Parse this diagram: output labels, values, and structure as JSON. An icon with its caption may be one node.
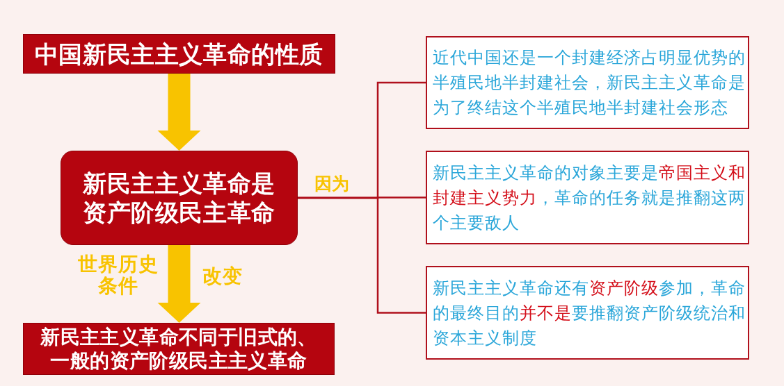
{
  "diagram": {
    "nodes": [
      {
        "text": [
          "中国新民主主义革命的性质"
        ]
      },
      {
        "text": [
          "新民主主义革命是资产阶级民主革命"
        ]
      },
      {
        "text": [
          "新民主主义革命不同于旧式的、一般的资产阶级民主主义革命"
        ]
      },
      {
        "text": [
          "近代中国还是一个封建经济占明显优势的半殖民地半封建社会，新民主主义革命是为了终结这个半殖民地半封建社会形态"
        ]
      },
      {
        "text": [
          "新民主主义革命的对象主要是**帝国主义和封建主义势力**，革命的任务就是推翻这两个主要敌人"
        ]
      },
      {
        "text": [
          "新民主主义革命还有**资产阶级**参加，革命的最终目的**并不是**要推翻资产阶级统治和资本主义制度"
        ]
      }
    ],
    "edges": [
      {
        "from": 0,
        "to": 1,
        "arrow": "to",
        "style": "thick",
        "color": "#f8c300"
      },
      {
        "from": 1,
        "to": 2,
        "arrow": "to",
        "style": "thick",
        "color": "#f8c300"
      },
      {
        "from": 1,
        "to": 3,
        "arrow": "none"
      },
      {
        "from": 1,
        "to": 4,
        "arrow": "none",
        "label": "因为"
      },
      {
        "from": 1,
        "to": 5,
        "arrow": "none"
      }
    ],
    "labels": [
      "世界历史条件",
      "改变"
    ]
  }
}
